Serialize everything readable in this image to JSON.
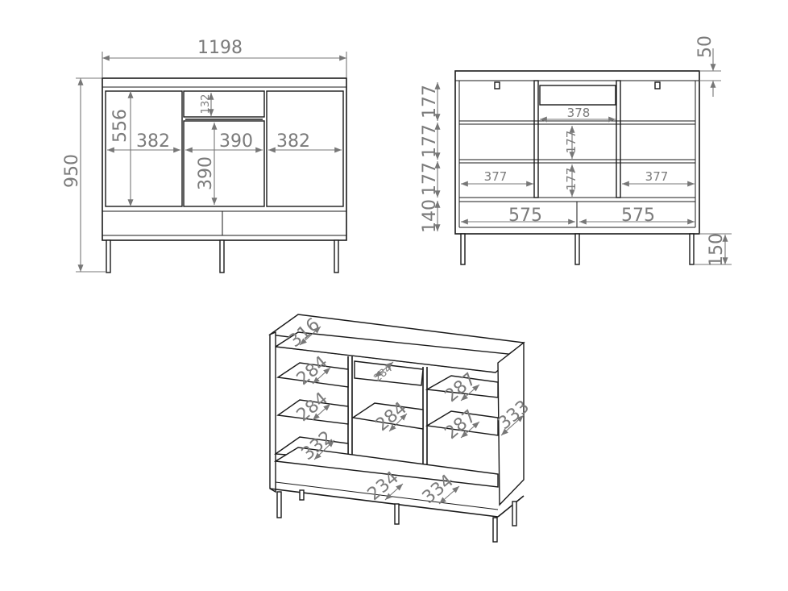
{
  "front_view": {
    "overall_width": "1198",
    "overall_height": "950",
    "door_height": "556",
    "left_door_width": "382",
    "center_width": "390",
    "center_door_height": "390",
    "drawer_height": "132",
    "right_door_width": "382"
  },
  "back_view": {
    "top_thickness": "50",
    "compartment_heights": [
      "177",
      "177",
      "177"
    ],
    "bottom_height": "140",
    "leg_height": "150",
    "drawer_width": "378",
    "center_heights": [
      "177",
      "177"
    ],
    "left_width": "377",
    "right_width": "377",
    "bottom_widths": [
      "575",
      "575"
    ]
  },
  "iso_view": {
    "top_depth": "316",
    "left_shelves": [
      "284",
      "284",
      "332"
    ],
    "drawer_depth": "284",
    "center_shelf": "284",
    "right_shelves": [
      "287",
      "287"
    ],
    "side_depth": "333",
    "bottom_left": "234",
    "bottom_right": "334"
  },
  "colors": {
    "line": "#1a1a1a",
    "dimension": "#7b7b7b"
  }
}
